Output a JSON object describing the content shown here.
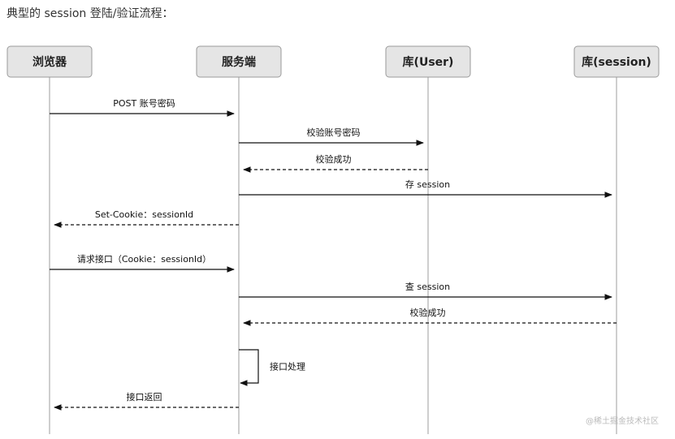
{
  "title": "典型的 session 登陆/验证流程：",
  "actors": [
    {
      "id": "browser",
      "label": "浏览器"
    },
    {
      "id": "server",
      "label": "服务端"
    },
    {
      "id": "userdb",
      "label": "库(User)"
    },
    {
      "id": "sessiondb",
      "label": "库(session)"
    }
  ],
  "messages": [
    {
      "from": "browser",
      "to": "server",
      "label": "POST 账号密码",
      "style": "solid"
    },
    {
      "from": "server",
      "to": "userdb",
      "label": "校验账号密码",
      "style": "solid"
    },
    {
      "from": "userdb",
      "to": "server",
      "label": "校验成功",
      "style": "dashed"
    },
    {
      "from": "server",
      "to": "sessiondb",
      "label": "存 session",
      "style": "solid"
    },
    {
      "from": "server",
      "to": "browser",
      "label": "Set-Cookie：sessionId",
      "style": "dashed"
    },
    {
      "from": "browser",
      "to": "server",
      "label": "请求接口（Cookie：sessionId）",
      "style": "solid"
    },
    {
      "from": "server",
      "to": "sessiondb",
      "label": "查 session",
      "style": "solid"
    },
    {
      "from": "sessiondb",
      "to": "server",
      "label": "校验成功",
      "style": "dashed"
    },
    {
      "from": "server",
      "to": "server",
      "label": "接口处理",
      "style": "solid"
    },
    {
      "from": "server",
      "to": "browser",
      "label": "接口返回",
      "style": "dashed"
    }
  ],
  "watermark": "@稀土掘金技术社区"
}
